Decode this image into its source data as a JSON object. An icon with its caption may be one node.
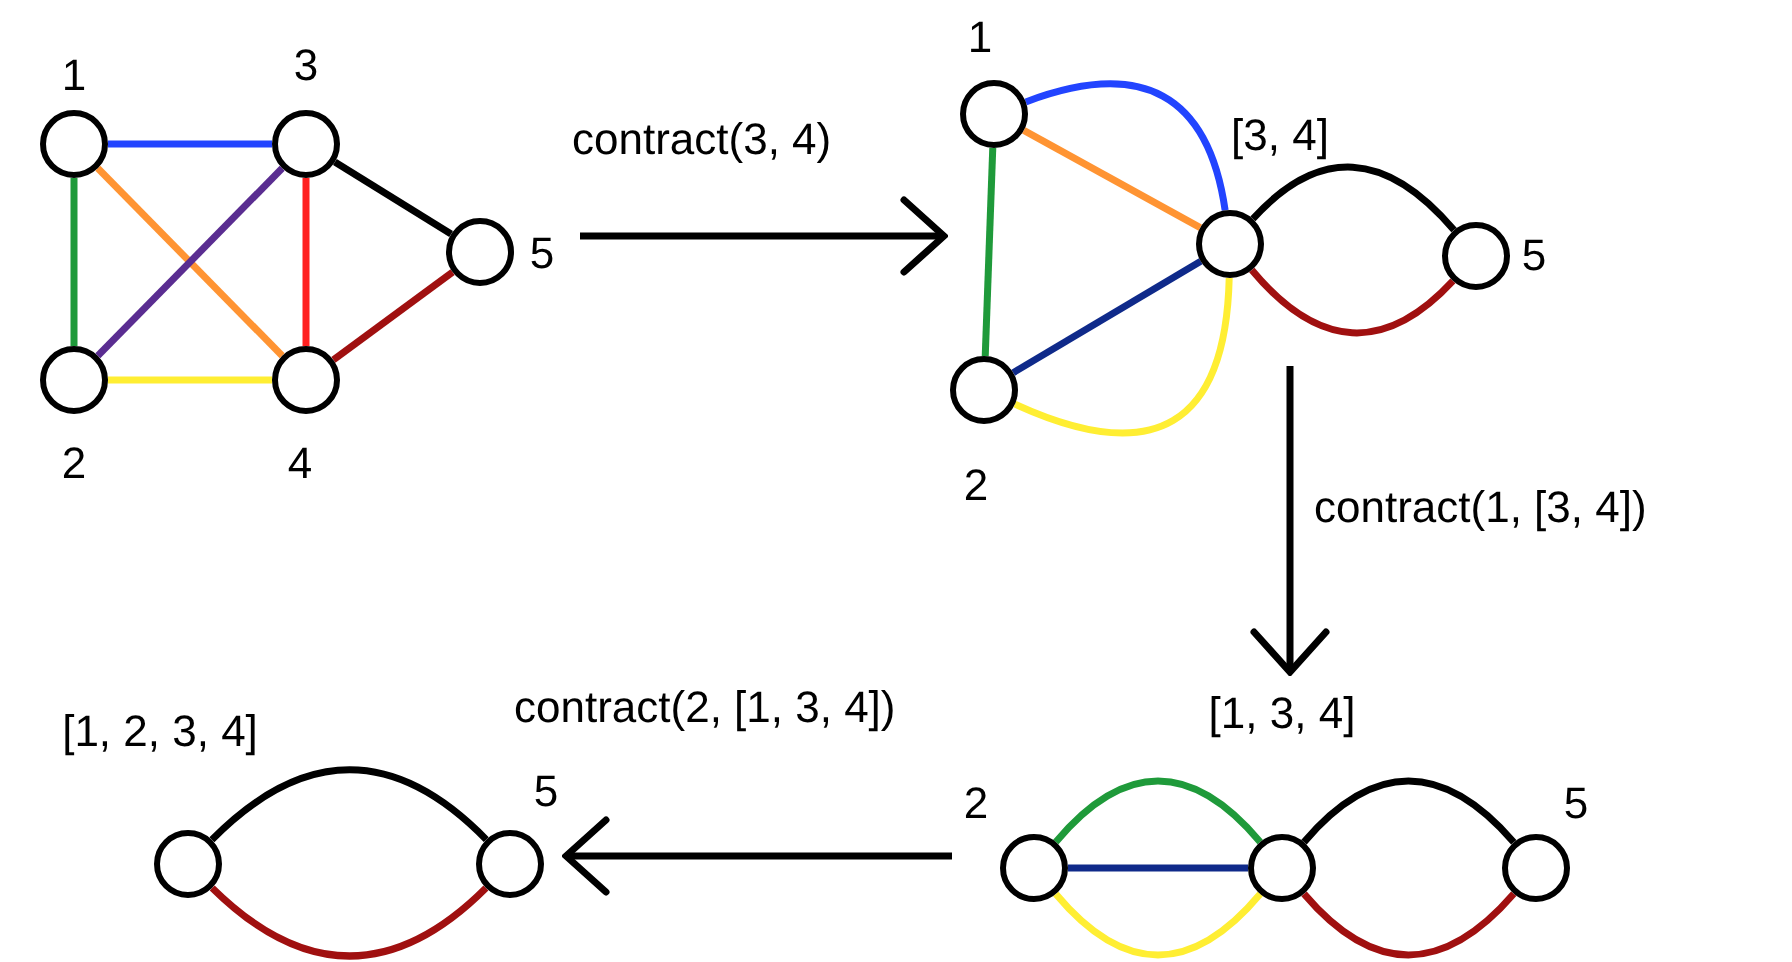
{
  "diagram": {
    "nodes": [
      {
        "text": [],
        "shape": "circle",
        "beside": [
          "1"
        ]
      },
      {
        "text": [],
        "shape": "circle",
        "beside": [
          "3"
        ]
      },
      {
        "text": [],
        "shape": "circle",
        "beside": [
          "5"
        ]
      },
      {
        "text": [],
        "shape": "circle",
        "beside": [
          "2"
        ]
      },
      {
        "text": [],
        "shape": "circle",
        "beside": [
          "4"
        ]
      },
      {
        "text": [],
        "shape": "circle",
        "beside": [
          "1"
        ]
      },
      {
        "text": [],
        "shape": "circle",
        "beside": [
          "[3, 4]"
        ]
      },
      {
        "text": [],
        "shape": "circle",
        "beside": [
          "5"
        ]
      },
      {
        "text": [],
        "shape": "circle",
        "beside": [
          "2"
        ]
      },
      {
        "text": [],
        "shape": "circle",
        "beside": [
          "[1, 2, 3, 4]"
        ]
      },
      {
        "text": [],
        "shape": "circle",
        "beside": [
          "5"
        ]
      },
      {
        "text": [],
        "shape": "circle",
        "beside": [
          "2"
        ]
      },
      {
        "text": [],
        "shape": "circle",
        "beside": [
          "[1, 3, 4]"
        ]
      },
      {
        "text": [],
        "shape": "circle",
        "beside": [
          "5"
        ]
      }
    ],
    "edges": [
      {
        "from": 0,
        "to": 1,
        "arrow": "none",
        "color": "#2244ff"
      },
      {
        "from": 0,
        "to": 3,
        "arrow": "none",
        "color": "#1f9a3a"
      },
      {
        "from": 0,
        "to": 4,
        "arrow": "none",
        "color": "#ff9433"
      },
      {
        "from": 1,
        "to": 3,
        "arrow": "none",
        "color": "#5a2d91"
      },
      {
        "from": 1,
        "to": 4,
        "arrow": "none",
        "color": "#ff2020"
      },
      {
        "from": 3,
        "to": 4,
        "arrow": "none",
        "color": "#ffee33"
      },
      {
        "from": 1,
        "to": 2,
        "arrow": "none",
        "color": "#000000"
      },
      {
        "from": 4,
        "to": 2,
        "arrow": "none",
        "color": "#a01010"
      },
      {
        "from": 2,
        "to": null,
        "arrow": "to",
        "label": "contract(3, 4)"
      },
      {
        "from": 5,
        "to": 6,
        "arrow": "none",
        "color": "#2244ff"
      },
      {
        "from": 5,
        "to": 6,
        "arrow": "none",
        "color": "#ff9433"
      },
      {
        "from": 5,
        "to": 8,
        "arrow": "none",
        "color": "#1f9a3a"
      },
      {
        "from": 8,
        "to": 6,
        "arrow": "none",
        "color": "#0f2a8a"
      },
      {
        "from": 8,
        "to": 6,
        "arrow": "none",
        "color": "#ffee33"
      },
      {
        "from": 6,
        "to": 7,
        "arrow": "none",
        "color": "#000000"
      },
      {
        "from": 6,
        "to": 7,
        "arrow": "none",
        "color": "#a01010"
      },
      {
        "from": null,
        "to": 12,
        "arrow": "to",
        "label": "contract(1, [3, 4])"
      },
      {
        "from": 11,
        "to": 10,
        "arrow": "to",
        "label": "contract(2, [1, 3, 4])"
      },
      {
        "from": 9,
        "to": 10,
        "arrow": "none",
        "color": "#000000"
      },
      {
        "from": 9,
        "to": 10,
        "arrow": "none",
        "color": "#a01010"
      },
      {
        "from": 11,
        "to": 12,
        "arrow": "none",
        "color": "#1f9a3a"
      },
      {
        "from": 11,
        "to": 12,
        "arrow": "none",
        "color": "#0f2a8a"
      },
      {
        "from": 11,
        "to": 12,
        "arrow": "none",
        "color": "#ffee33"
      },
      {
        "from": 12,
        "to": 13,
        "arrow": "none",
        "color": "#000000"
      },
      {
        "from": 12,
        "to": 13,
        "arrow": "none",
        "color": "#a01010"
      }
    ]
  }
}
